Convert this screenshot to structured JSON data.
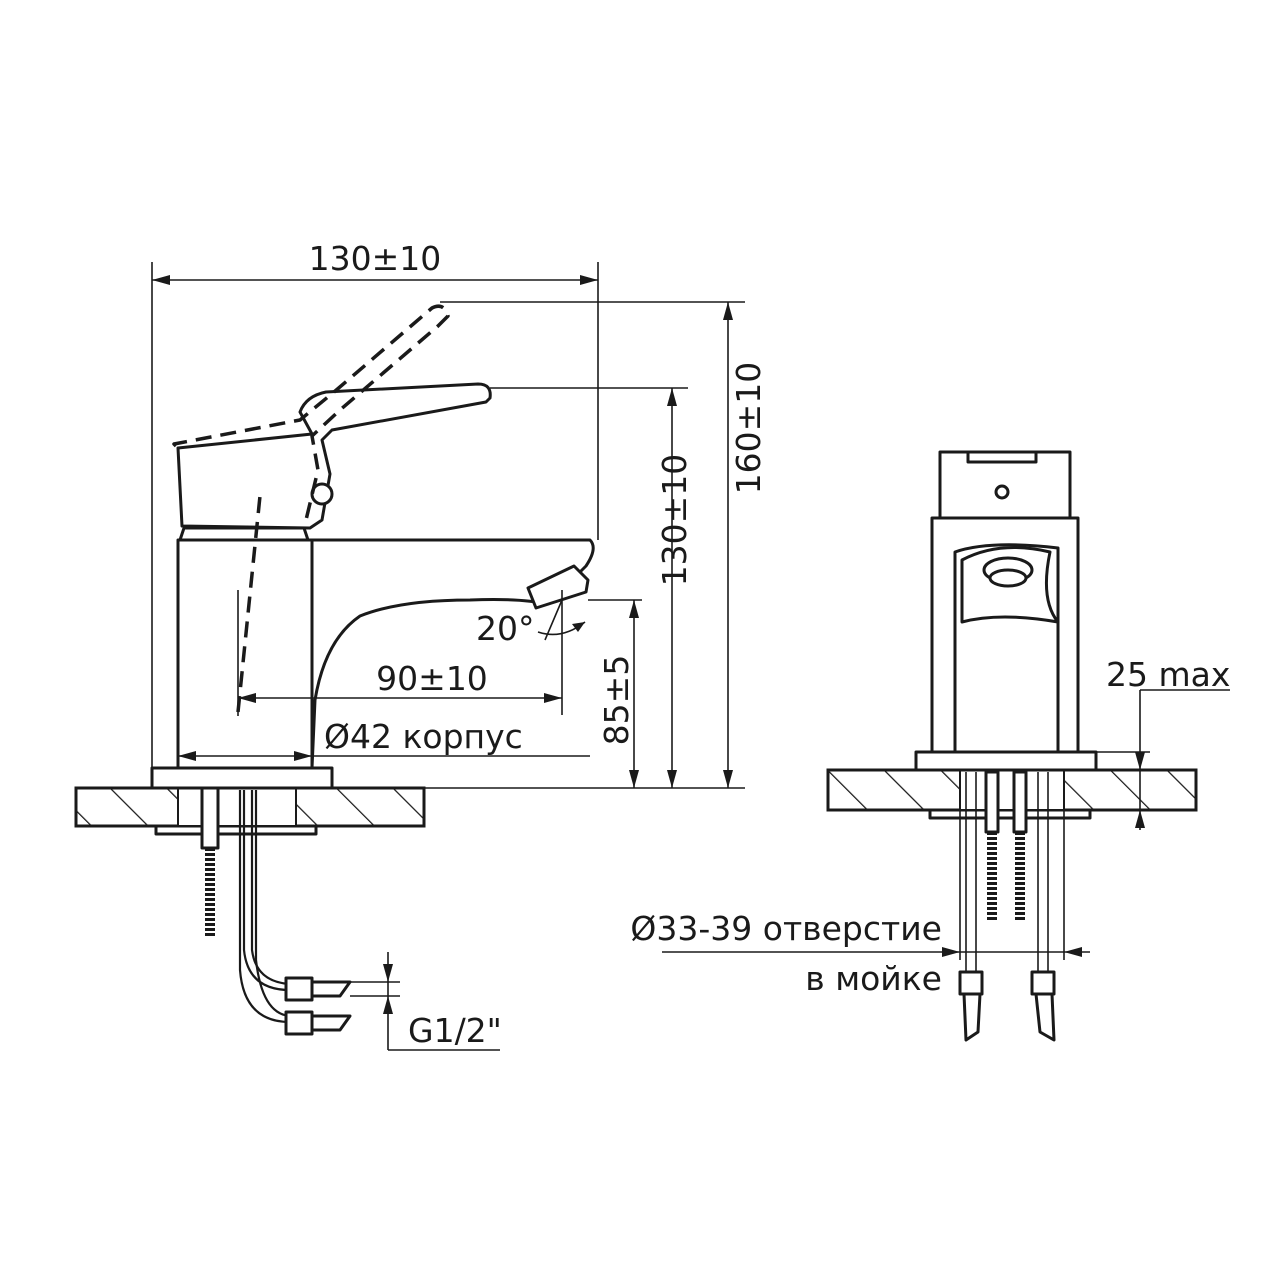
{
  "dimensions": {
    "overall_width": "130±10",
    "overall_height": "160±10",
    "spout_height": "130±10",
    "spout_reach": "90±10",
    "outlet_height": "85±5",
    "spout_angle": "20°",
    "body_diameter": "Ø42  корпус",
    "max_counter_thickness": "25 max",
    "hole_diameter_line1": "Ø33-39 отверстие",
    "hole_diameter_line2": "в мойке",
    "thread_size": "G1/2\""
  }
}
